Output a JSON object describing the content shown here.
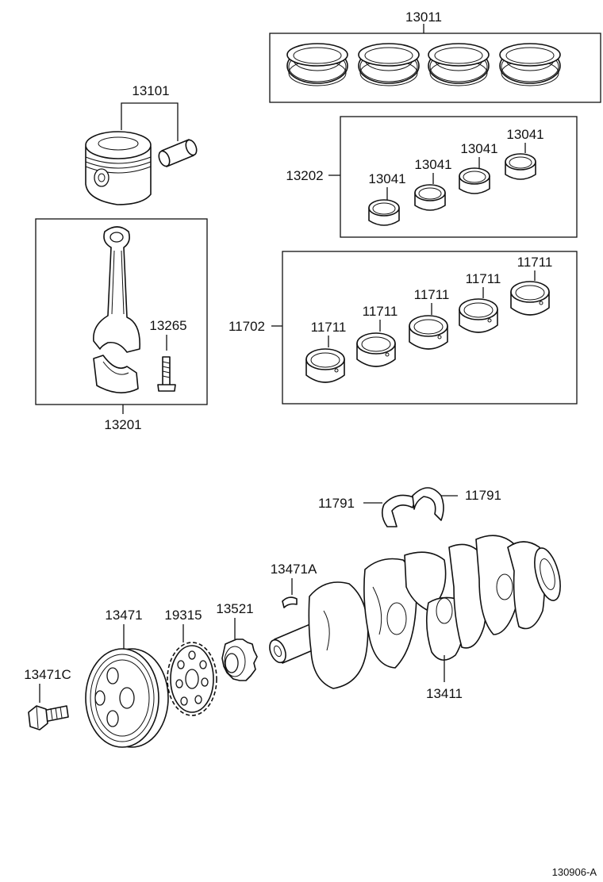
{
  "labels": {
    "piston_rings": "13011",
    "piston": "13101",
    "conrod_bearing_set": "13202",
    "conrod_bearing_1": "13041",
    "conrod_bearing_2": "13041",
    "conrod_bearing_3": "13041",
    "conrod_bearing_4": "13041",
    "main_bearing_set": "11702",
    "main_bearing_1": "11711",
    "main_bearing_2": "11711",
    "main_bearing_3": "11711",
    "main_bearing_4": "11711",
    "main_bearing_5": "11711",
    "conrod_bolt": "13265",
    "conrod_assembly": "13201",
    "thrust_washer_left": "11791",
    "thrust_washer_right": "11791",
    "crank_key": "13471A",
    "crankshaft_pulley": "13471",
    "crank_sprocket": "19315",
    "crank_gear": "13521",
    "pulley_bolt": "13471C",
    "crankshaft": "13411"
  },
  "figure_ref": "130906-A"
}
